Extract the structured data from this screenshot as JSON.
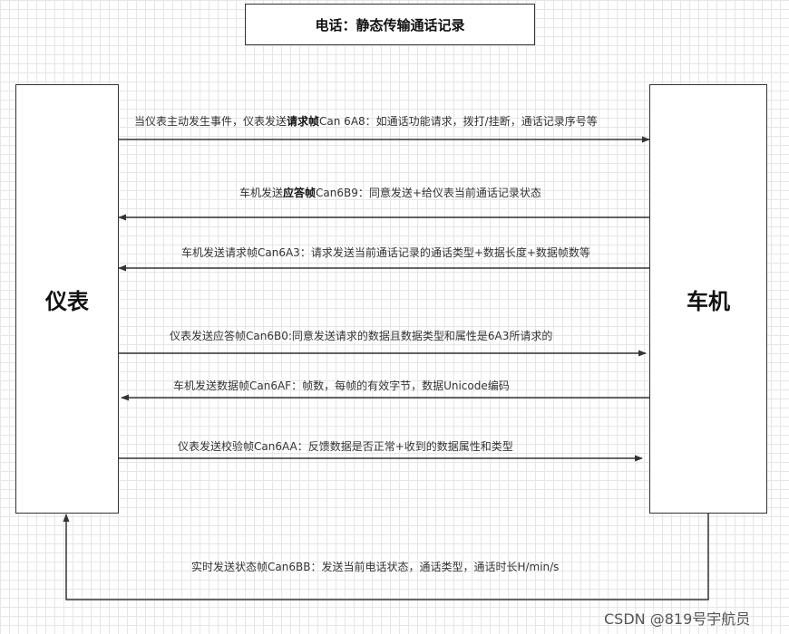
{
  "title": "电话：静态传输通话记录",
  "lanes": {
    "left": "仪表",
    "right": "车机"
  },
  "messages": [
    {
      "pre": "当仪表主动发生事件，仪表发送",
      "bold": "请求帧",
      "post": "Can 6A8：如通话功能请求，拨打/挂断，通话记录序号等"
    },
    {
      "pre": "车机发送",
      "bold": "应答帧",
      "post": "Can6B9：同意发送+给仪表当前通话记录状态"
    },
    {
      "pre": "",
      "bold": "",
      "post": "车机发送请求帧Can6A3：请求发送当前通话记录的通话类型+数据长度+数据帧数等"
    },
    {
      "pre": "",
      "bold": "",
      "post": "仪表发送应答帧Can6B0:同意发送请求的数据且数据类型和属性是6A3所请求的"
    },
    {
      "pre": "",
      "bold": "",
      "post": "车机发送数据帧Can6AF：帧数，每帧的有效字节，数据Unicode编码"
    },
    {
      "pre": "",
      "bold": "",
      "post": "仪表发送校验帧Can6AA：反馈数据是否正常+收到的数据属性和类型"
    },
    {
      "pre": "",
      "bold": "",
      "post": "实时发送状态帧Can6BB：发送当前电话状态，通话类型，通话时长H/min/s"
    }
  ],
  "watermark": "CSDN @819号宇航员"
}
